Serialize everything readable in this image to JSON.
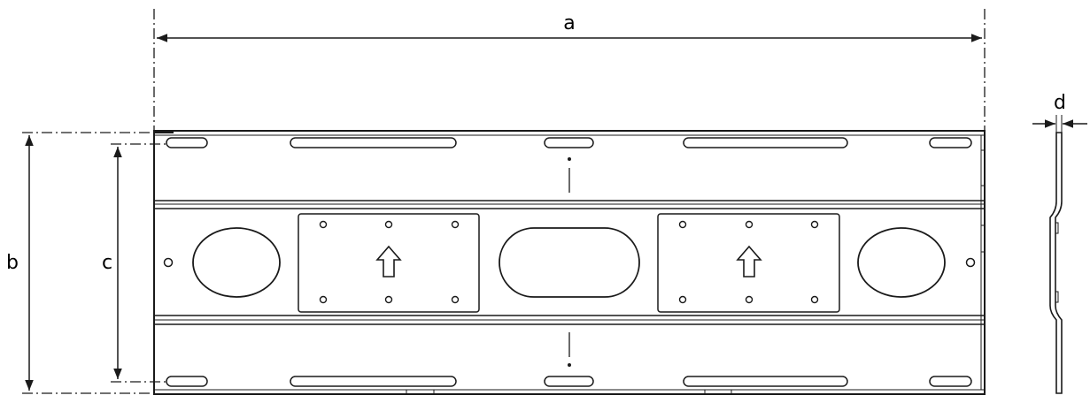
{
  "diagram": {
    "labels": {
      "a": "a",
      "b": "b",
      "c": "c",
      "d": "d"
    },
    "colors": {
      "line": "#1a1a1a",
      "background": "#ffffff"
    }
  }
}
